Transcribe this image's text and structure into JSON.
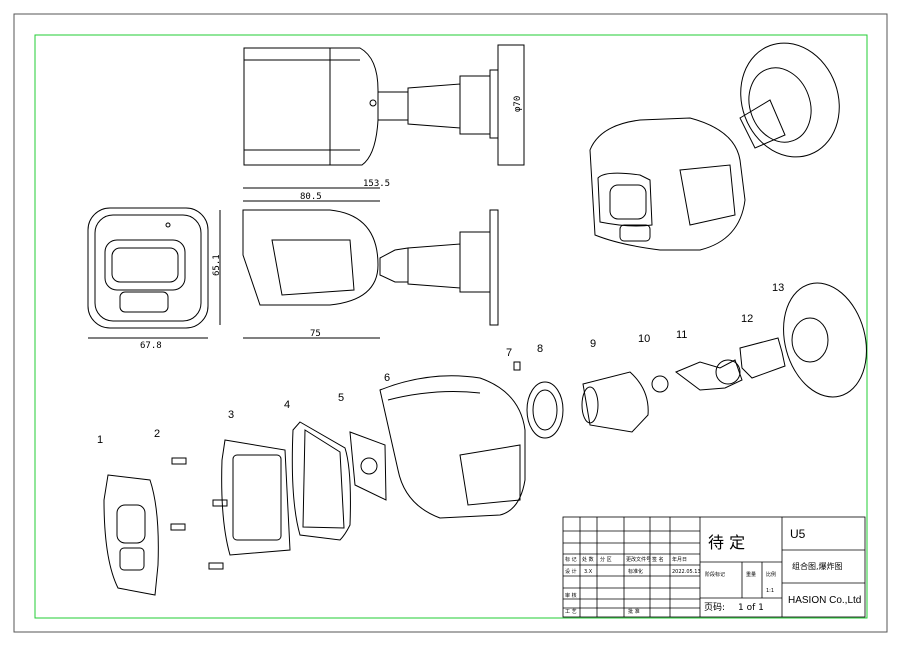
{
  "dimensions": {
    "total_length": "153.5",
    "hood_length": "80.5",
    "height": "65.1",
    "width": "67.8",
    "body_length": "75",
    "mount_diameter": "φ70"
  },
  "part_labels": [
    "1",
    "2",
    "3",
    "4",
    "5",
    "6",
    "7",
    "8",
    "9",
    "10",
    "11",
    "12",
    "13"
  ],
  "title_block": {
    "status_stamp": "待 定",
    "model": "U5",
    "drawing_title": "组合图,爆炸图",
    "company": "HASION Co.,Ltd",
    "scale": "1:1",
    "date": "2022.05.13",
    "version": "3.X",
    "page_label": "页码:",
    "page_value": "1 of 1",
    "row_labels": [
      "标 记",
      "处 数",
      "分 区",
      "更改文件号",
      "签 名",
      "年月日"
    ],
    "designer_label": "设 计",
    "check_label": "审 核",
    "process_label": "工 艺",
    "std_label": "标准化",
    "approve_label": "批 准",
    "stage_label": "阶段标记",
    "weight_label": "重量",
    "ratio_label": "比例"
  },
  "colors": {
    "frame_green": "#22cc33",
    "line": "#000000"
  }
}
